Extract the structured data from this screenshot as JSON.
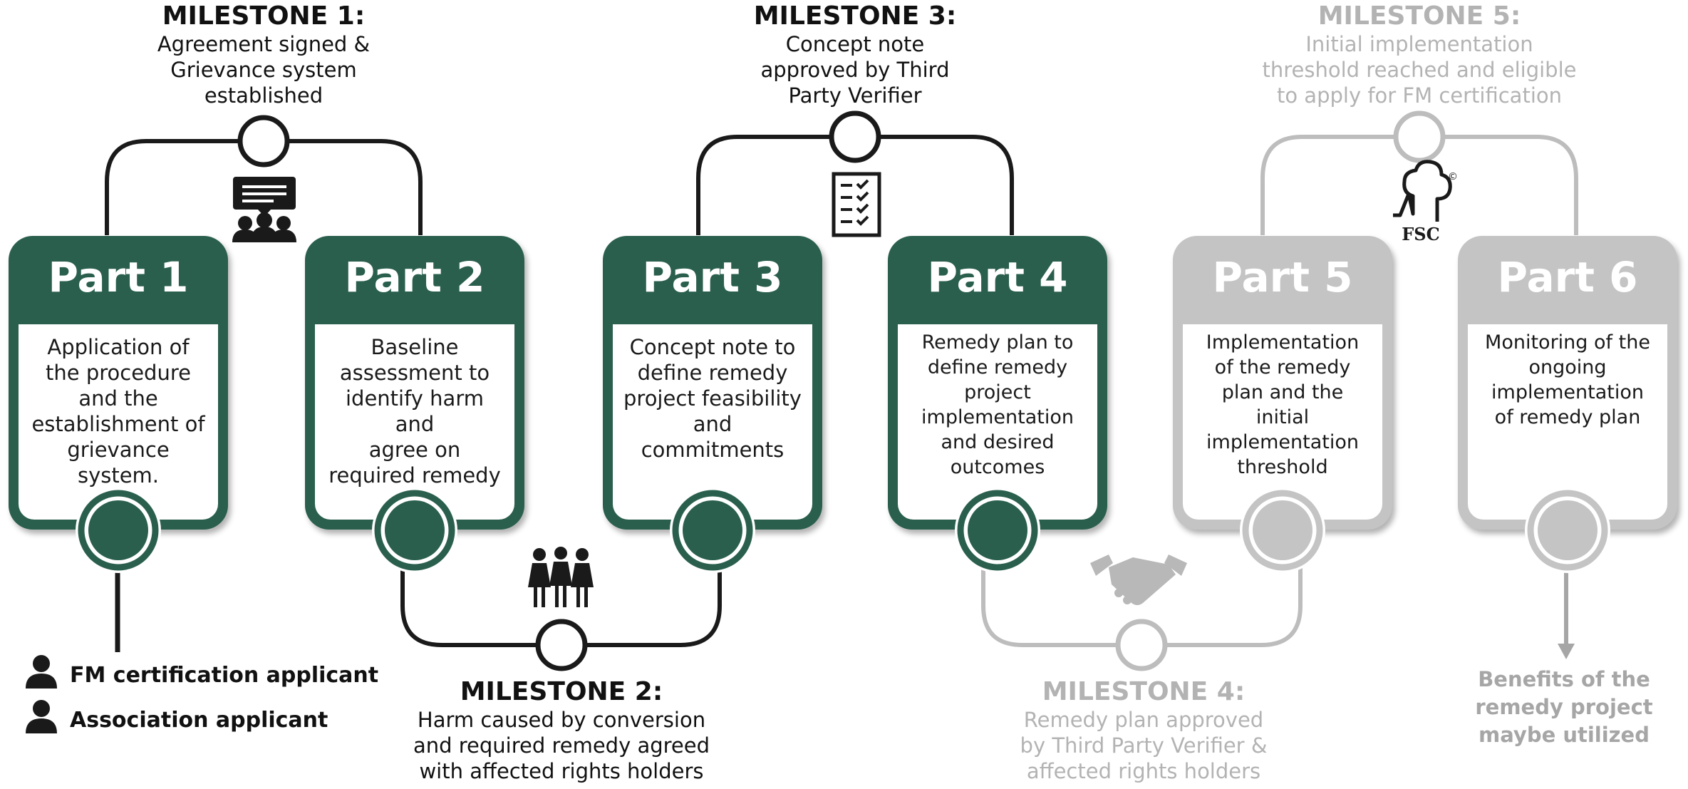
{
  "milestones": [
    {
      "title": "MILESTONE 1:",
      "lines": [
        "Agreement signed &",
        "Grievance system",
        "established"
      ],
      "active": true
    },
    {
      "title": "MILESTONE 2:",
      "lines": [
        "Harm caused by conversion",
        "and required remedy agreed",
        "with affected rights holders"
      ],
      "active": true
    },
    {
      "title": "MILESTONE 3:",
      "lines": [
        "Concept note",
        "approved by Third",
        "Party Verifier"
      ],
      "active": true
    },
    {
      "title": "MILESTONE 4:",
      "lines": [
        "Remedy plan approved",
        "by Third Party Verifier &",
        "affected rights holders"
      ],
      "active": false
    },
    {
      "title": "MILESTONE 5:",
      "lines": [
        "Initial implementation",
        "threshold reached and eligible",
        "to apply for FM certification"
      ],
      "active": false
    }
  ],
  "parts": [
    {
      "title": "Part 1",
      "lines": [
        "Application of",
        "the procedure",
        "and the",
        "establishment of",
        "grievance system."
      ],
      "active": true
    },
    {
      "title": "Part 2",
      "lines": [
        "Baseline",
        "assessment to",
        "identify harm and",
        "agree on",
        "required remedy"
      ],
      "active": true
    },
    {
      "title": "Part 3",
      "lines": [
        "Concept note to",
        "define remedy",
        "project feasibility",
        "and",
        "commitments"
      ],
      "active": true
    },
    {
      "title": "Part 4",
      "lines": [
        "Remedy plan to",
        "define remedy",
        "project",
        "implementation",
        "and desired",
        "outcomes"
      ],
      "active": true
    },
    {
      "title": "Part 5",
      "lines": [
        "Implementation",
        "of the remedy",
        "plan and the",
        "initial",
        "implementation",
        "threshold"
      ],
      "active": false
    },
    {
      "title": "Part 6",
      "lines": [
        "Monitoring of the",
        "ongoing",
        "implementation",
        "of remedy plan"
      ],
      "active": false
    }
  ],
  "legend": [
    {
      "label": "FM certification applicant",
      "icon": "person-icon"
    },
    {
      "label": "Association applicant",
      "icon": "person-icon"
    }
  ],
  "benefits": [
    "Benefits of the",
    "remedy project",
    "maybe utilized"
  ],
  "fsc_label": "FSC",
  "fsc_mark": "©",
  "colors": {
    "green": "#2a5f4e",
    "grey": "#c4c4c4",
    "grey_text": "#b3b3b3",
    "dark": "#111111"
  },
  "icons": [
    "meeting-icon",
    "checklist-icon",
    "fsc-logo-icon",
    "women-group-icon",
    "handshake-icon"
  ]
}
